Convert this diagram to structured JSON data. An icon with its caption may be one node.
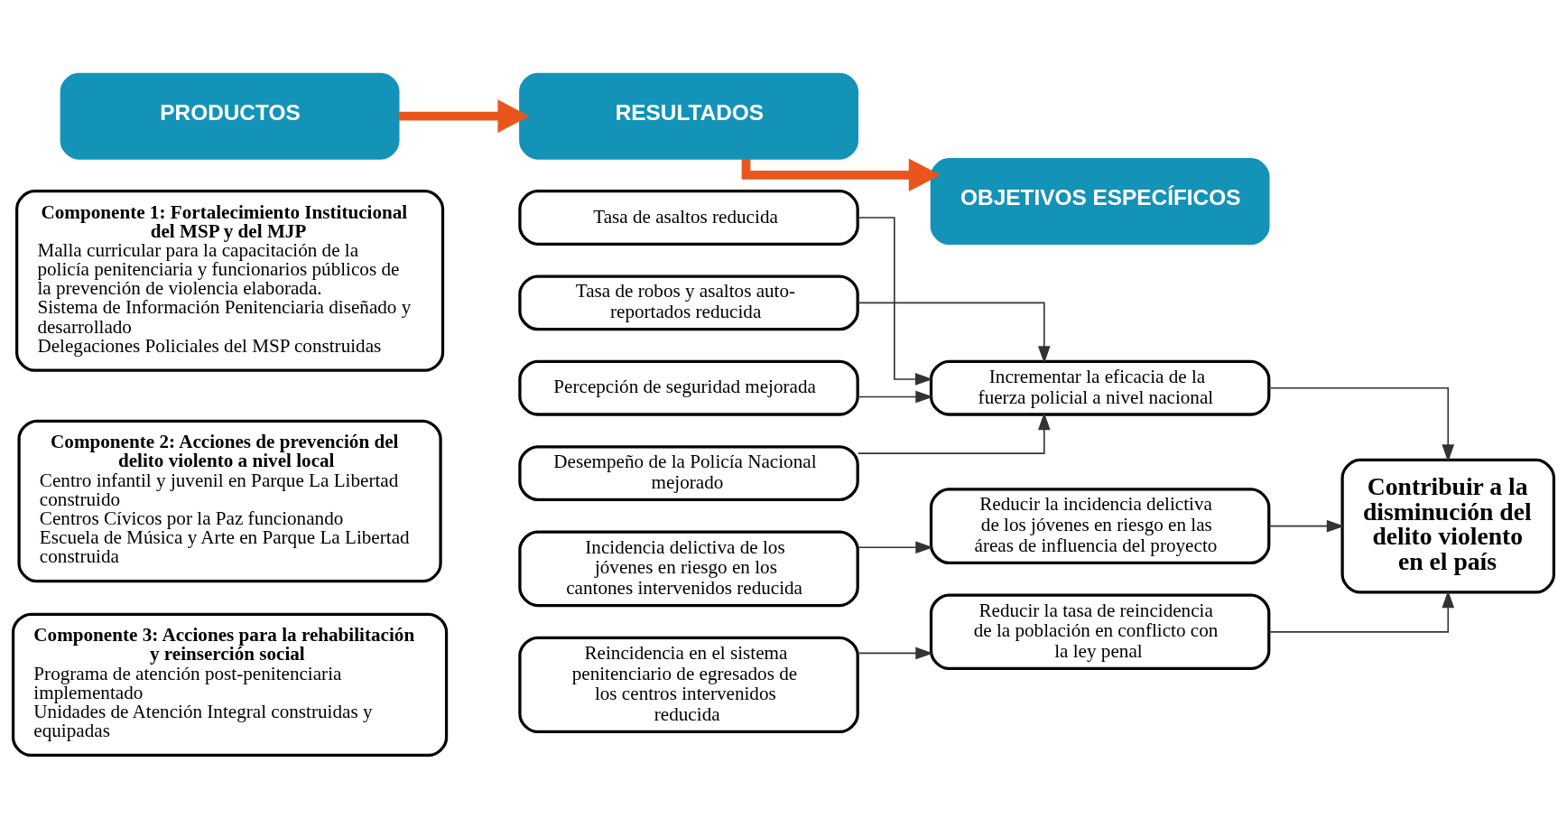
{
  "diagram": {
    "nodes": [
      {
        "text": [
          "PRODUCTOS"
        ]
      },
      {
        "text": [
          "RESULTADOS"
        ]
      },
      {
        "text": [
          "OBJETIVOS ESPECÍFICOS"
        ]
      },
      {
        "text": [
          "Componente 1: Fortalecimiento Institucional del MSP y del MJP",
          "Malla curricular para la capacitación de la policía penitenciaria y funcionarios públicos de la prevención de violencia elaborada.",
          "Sistema de Información Penitenciaria diseñado y desarrollado",
          "Delegaciones Policiales del MSP construidas"
        ]
      },
      {
        "text": [
          "Tasa de asaltos reducida"
        ]
      },
      {
        "text": [
          "Tasa de robos y asaltos auto-reportados reducida"
        ]
      },
      {
        "text": [
          "Percepción de seguridad mejorada"
        ]
      },
      {
        "text": [
          "Desempeño de la Policía Nacional mejorado"
        ]
      },
      {
        "text": [
          "Incrementar la eficacia de la fuerza policial a nivel nacional"
        ]
      },
      {
        "text": [
          "Contribuir a la disminución del delito violento en el país"
        ]
      },
      {
        "text": [
          "Componente 2: Acciones de prevención del delito violento a nivel local",
          "Centro infantil y juvenil en Parque La Libertad construido",
          "Centros Cívicos por la Paz funcionando",
          "Escuela de Música y Arte en Parque La Libertad construida"
        ]
      },
      {
        "text": [
          "Incidencia delictiva de los jóvenes en riesgo en los cantones intervenidos reducida"
        ]
      },
      {
        "text": [
          "Reducir la incidencia delictiva de los jóvenes en riesgo en las áreas de influencia del proyecto"
        ]
      },
      {
        "text": [
          "Componente 3: Acciones para la rehabilitación y reinserción social",
          "Programa de atención post-penitenciaria implementado",
          "Unidades de Atención Integral construidas y equipadas"
        ]
      },
      {
        "text": [
          "Reincidencia en el sistema penitenciario de egresados de los centros intervenidos reducida"
        ]
      },
      {
        "text": [
          "Reducir la tasa de reincidencia de la población en conflicto con la ley penal"
        ]
      }
    ],
    "edges": [
      {
        "from": 0,
        "to": 1,
        "arrow": "to",
        "style": "thick",
        "color": "#e8561c"
      },
      {
        "from": 1,
        "to": 2,
        "arrow": "to",
        "style": "thick",
        "color": "#e8561c"
      },
      {
        "from": 4,
        "to": 8,
        "arrow": "to"
      },
      {
        "from": 5,
        "to": 8,
        "arrow": "to"
      },
      {
        "from": 6,
        "to": 8,
        "arrow": "to"
      },
      {
        "from": 7,
        "to": 8,
        "arrow": "to"
      },
      {
        "from": 8,
        "to": 9,
        "arrow": "to"
      },
      {
        "from": 11,
        "to": 12,
        "arrow": "to"
      },
      {
        "from": 12,
        "to": 9,
        "arrow": "to"
      },
      {
        "from": 14,
        "to": 15,
        "arrow": "to"
      },
      {
        "from": 15,
        "to": 9,
        "arrow": "to"
      }
    ]
  }
}
